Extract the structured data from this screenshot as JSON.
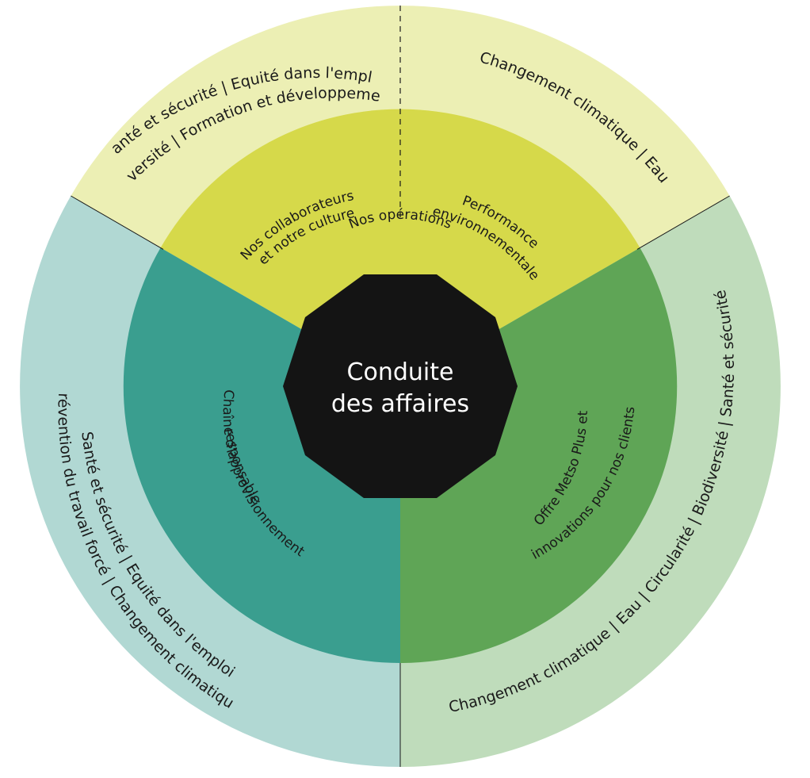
{
  "center": {
    "line1": "Conduite",
    "line2": "des affaires"
  },
  "colors": {
    "outer_top": "#ecefb4",
    "inner_top": "#d6d94a",
    "outer_left": "#b1d8d3",
    "inner_left": "#3a9e8f",
    "outer_right": "#bfdcbb",
    "inner_right": "#5fa556",
    "center": "#141414"
  },
  "top": {
    "inner_title": "Nos opérations",
    "inner_left_line1": "Nos collaborateurs",
    "inner_left_line2": "et notre culture",
    "inner_right_line1": "Performance",
    "inner_right_line2": "environnementale",
    "outer_left_line1": "Santé et sécurité | Equité dans l'emploi",
    "outer_left_line2": "Diversité | Formation et développement",
    "outer_right": "Changement climatique | Eau"
  },
  "left": {
    "inner_line1": "Chaîne d'approvisionnement",
    "inner_line2": "responsable",
    "outer_line1": "Santé et sécurité | Equité dans l'emploi",
    "outer_line2": "Prévention du travail forcé | Changement climatique"
  },
  "right": {
    "inner_line1": "Offre Metso Plus et",
    "inner_line2": "innovations pour nos clients",
    "outer_line1": "Changement climatique | Eau | Circularité | Biodiversité | Santé et sécurité"
  }
}
